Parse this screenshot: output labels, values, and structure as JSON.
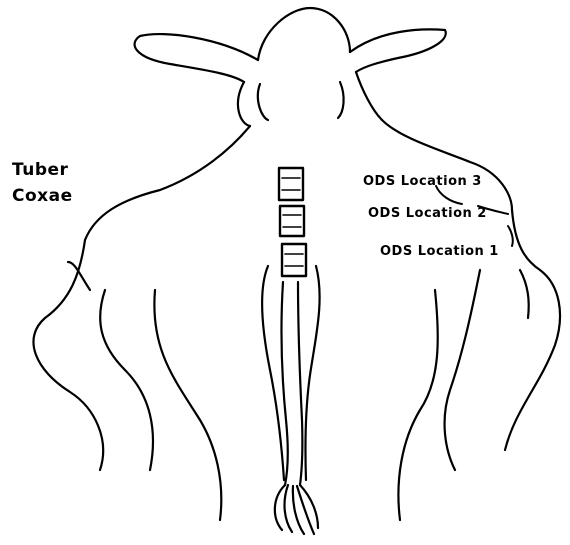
{
  "labels": {
    "tuber": "Tuber",
    "coxae": "Coxae",
    "ods_location_3": "ODS Location 3",
    "ods_location_2": "ODS Location 2",
    "ods_location_1": "ODS Location 1"
  },
  "colors": {
    "line": "#000000",
    "background": "#ffffff"
  }
}
